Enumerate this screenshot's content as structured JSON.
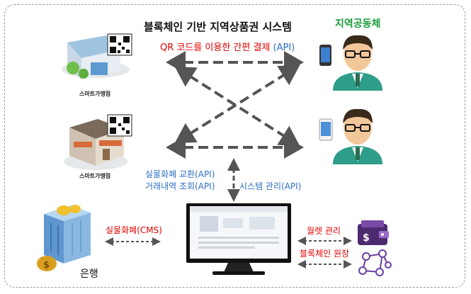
{
  "title": "블록체인 기반 지역상품권 시스템",
  "community_label": "지역공동체",
  "qr_payment": {
    "text": "QR 코드를 이용한 간편 결제",
    "api": "(API)"
  },
  "stores": [
    {
      "label": "스마트가맹점"
    },
    {
      "label": "스마트가맹점"
    }
  ],
  "exchange_labels": [
    "실물화폐 교환(API)",
    "거래내역 조회(API)"
  ],
  "system_mgmt_label": "시스템 관리(API)",
  "bank_link_label": "실물화폐(CMS)",
  "bank_label": "은행",
  "wallet_label": "월렛 관리",
  "ledger_label": "블록체인 원장",
  "colors": {
    "arrow": "#555555",
    "red": "#e00000",
    "blue": "#2c6fbf",
    "green": "#1a9a3a"
  }
}
